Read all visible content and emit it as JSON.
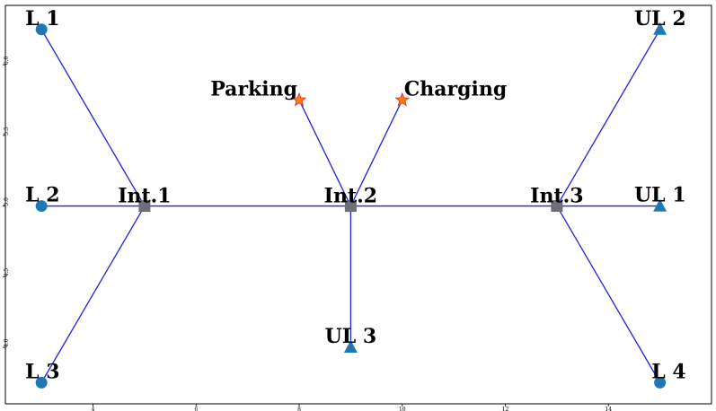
{
  "chart_data": {
    "type": "network-plot",
    "xlim": [
      2.3,
      16.0
    ],
    "ylim": [
      3.6,
      6.42
    ],
    "xticks": [
      {
        "value": 4,
        "label": "4"
      },
      {
        "value": 6,
        "label": "6"
      },
      {
        "value": 8,
        "label": "8"
      },
      {
        "value": 10,
        "label": "10"
      },
      {
        "value": 12,
        "label": "12"
      },
      {
        "value": 14,
        "label": "14"
      }
    ],
    "yticks": [
      {
        "value": 4.0,
        "label": "4.0"
      },
      {
        "value": 4.5,
        "label": "4.5"
      },
      {
        "value": 5.0,
        "label": "5.0"
      },
      {
        "value": 5.5,
        "label": "5.5"
      },
      {
        "value": 6.0,
        "label": "6.0"
      }
    ],
    "colors": {
      "edge": "#1f1fdd",
      "circle": "#1f77b4",
      "triangle": "#1f77b4",
      "square": "#6e6e7a",
      "star_fill": "#ff7f0e",
      "star_stroke": "#d62728"
    },
    "nodes": [
      {
        "id": "L1",
        "label": "L 1",
        "x": 3,
        "y": 6.25,
        "marker": "circle",
        "label_anchor": "start"
      },
      {
        "id": "L2",
        "label": "L 2",
        "x": 3,
        "y": 5.0,
        "marker": "circle",
        "label_anchor": "start"
      },
      {
        "id": "L3",
        "label": "L 3",
        "x": 3,
        "y": 3.75,
        "marker": "circle",
        "label_anchor": "start"
      },
      {
        "id": "L4",
        "label": "L 4",
        "x": 15,
        "y": 3.75,
        "marker": "circle",
        "label_anchor": "end"
      },
      {
        "id": "UL1",
        "label": "UL 1",
        "x": 15,
        "y": 5.0,
        "marker": "triangle",
        "label_anchor": "end"
      },
      {
        "id": "UL2",
        "label": "UL 2",
        "x": 15,
        "y": 6.25,
        "marker": "triangle",
        "label_anchor": "end"
      },
      {
        "id": "UL3",
        "label": "UL 3",
        "x": 9,
        "y": 4.0,
        "marker": "triangle",
        "label_anchor": "middle"
      },
      {
        "id": "Int1",
        "label": "Int.1",
        "x": 5,
        "y": 5.0,
        "marker": "square",
        "label_anchor": "middle"
      },
      {
        "id": "Int2",
        "label": "Int.2",
        "x": 9,
        "y": 5.0,
        "marker": "square",
        "label_anchor": "middle"
      },
      {
        "id": "Int3",
        "label": "Int.3",
        "x": 13,
        "y": 5.0,
        "marker": "square",
        "label_anchor": "middle"
      },
      {
        "id": "Parking",
        "label": "Parking",
        "x": 8,
        "y": 5.75,
        "marker": "star",
        "label_anchor": "end"
      },
      {
        "id": "Charging",
        "label": "Charging",
        "x": 10,
        "y": 5.75,
        "marker": "star",
        "label_anchor": "start"
      }
    ],
    "edges": [
      [
        "L1",
        "Int1"
      ],
      [
        "L2",
        "Int1"
      ],
      [
        "L3",
        "Int1"
      ],
      [
        "Int1",
        "Int2"
      ],
      [
        "Int2",
        "Int3"
      ],
      [
        "Int2",
        "Parking"
      ],
      [
        "Int2",
        "Charging"
      ],
      [
        "Int2",
        "UL3"
      ],
      [
        "Int3",
        "UL1"
      ],
      [
        "Int3",
        "UL2"
      ],
      [
        "Int3",
        "L4"
      ]
    ]
  }
}
